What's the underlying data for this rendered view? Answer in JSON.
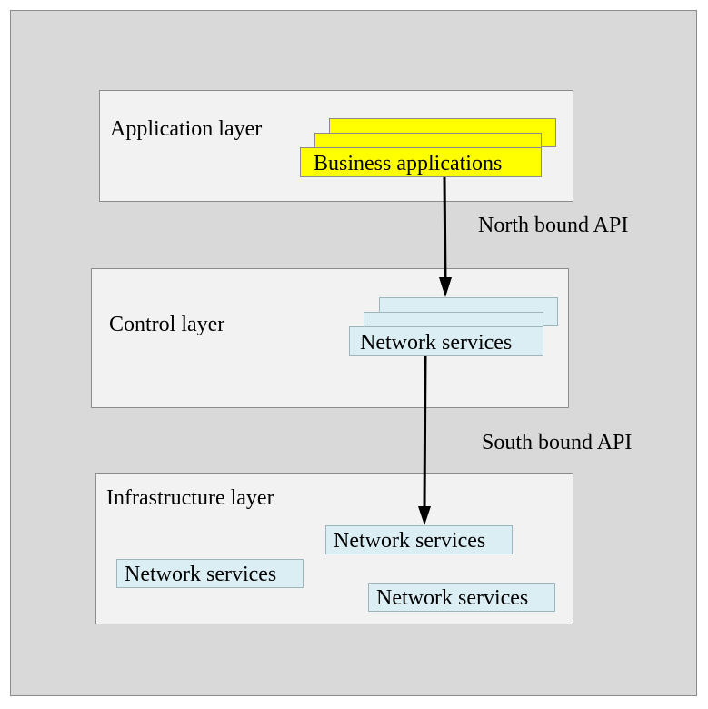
{
  "diagram": {
    "application_layer": {
      "title": "Application layer",
      "box_label": "Business applications"
    },
    "north_api": "North bound API",
    "control_layer": {
      "title": "Control layer",
      "box_label": "Network services"
    },
    "south_api": "South bound API",
    "infrastructure_layer": {
      "title": "Infrastructure layer",
      "boxes": [
        "Network services",
        "Network services",
        "Network services"
      ]
    }
  },
  "colors": {
    "background": "#d9d9d9",
    "layer_fill": "#f2f2f2",
    "business_box": "#ffff00",
    "service_box": "#dbeef4"
  }
}
